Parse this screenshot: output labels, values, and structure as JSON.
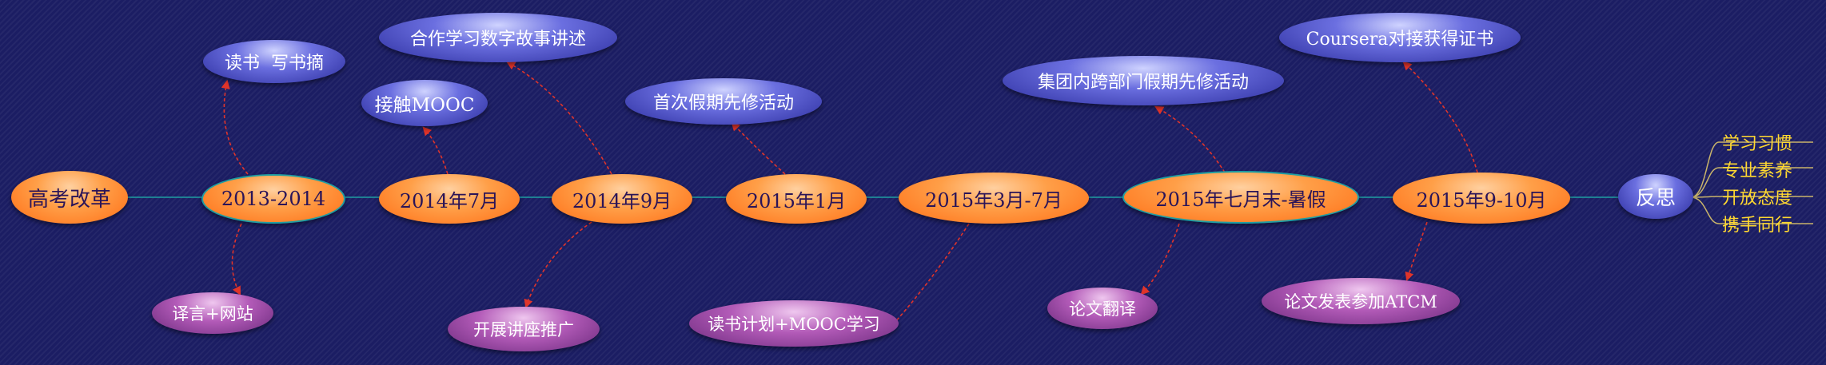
{
  "root": {
    "label": "高考改革"
  },
  "timeline": [
    {
      "id": "t1",
      "label": "2013-2014"
    },
    {
      "id": "t2",
      "label": "2014年7月"
    },
    {
      "id": "t3",
      "label": "2014年9月"
    },
    {
      "id": "t4",
      "label": "2015年1月"
    },
    {
      "id": "t5",
      "label": "2015年3月-7月"
    },
    {
      "id": "t6",
      "label": "2015年七月末-暑假"
    },
    {
      "id": "t7",
      "label": "2015年9-10月"
    }
  ],
  "events_above": [
    {
      "id": "a1",
      "label": "读书  写书摘"
    },
    {
      "id": "a2",
      "label": "接触MOOC"
    },
    {
      "id": "a3",
      "label": "合作学习数字故事讲述"
    },
    {
      "id": "a4",
      "label": "首次假期先修活动"
    },
    {
      "id": "a5",
      "label": "集团内跨部门假期先修活动"
    },
    {
      "id": "a6",
      "label": "Coursera对接获得证书"
    }
  ],
  "events_below": [
    {
      "id": "b1",
      "label": "译言+网站"
    },
    {
      "id": "b2",
      "label": "开展讲座推广"
    },
    {
      "id": "b3",
      "label": "读书计划+MOOC学习"
    },
    {
      "id": "b4",
      "label": "论文翻译"
    },
    {
      "id": "b5",
      "label": "论文发表参加ATCM"
    }
  ],
  "reflection": {
    "label": "反思",
    "items": [
      "学习习惯",
      "专业素养",
      "开放态度",
      "携手同行"
    ]
  },
  "colors": {
    "background": "#1b1d63",
    "timeline_line": "#1f9ea2",
    "arrow": "#e0342a",
    "reflect_text": "#ffd830",
    "reflect_bracket": "#c9b46a"
  }
}
